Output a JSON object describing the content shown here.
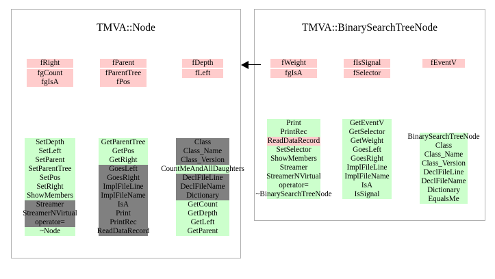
{
  "diagram": {
    "title_left": "TMVA::Node",
    "title_right": "TMVA::BinarySearchTreeNode",
    "colors": {
      "attribute": "#ffcccc",
      "method": "#ccffcc",
      "inherited": "#808080",
      "border": "#b0b0b0",
      "background": "#ffffff",
      "text": "#000000"
    },
    "relation": {
      "kind": "inheritance-arrow",
      "direction": "left"
    }
  },
  "left_panel": {
    "title": "TMVA::Node",
    "attributes": [
      {
        "label": "fRight",
        "style": "pink",
        "col": 0,
        "row": 0
      },
      {
        "label": "fgCount",
        "style": "pink",
        "col": 0,
        "row": 1
      },
      {
        "label": "fgIsA",
        "style": "pink",
        "col": 0,
        "row": 2
      },
      {
        "label": "fParent",
        "style": "pink",
        "col": 1,
        "row": 0
      },
      {
        "label": "fParentTree",
        "style": "pink",
        "col": 1,
        "row": 1
      },
      {
        "label": "fPos",
        "style": "pink",
        "col": 1,
        "row": 2
      },
      {
        "label": "fDepth",
        "style": "pink",
        "col": 2,
        "row": 0
      },
      {
        "label": "fLeft",
        "style": "pink",
        "col": 2,
        "row": 1
      }
    ],
    "methods_col1": [
      {
        "label": "SetDepth",
        "style": "green"
      },
      {
        "label": "SetLeft",
        "style": "green"
      },
      {
        "label": "SetParent",
        "style": "green"
      },
      {
        "label": "SetParentTree",
        "style": "green"
      },
      {
        "label": "SetPos",
        "style": "green"
      },
      {
        "label": "SetRight",
        "style": "green"
      },
      {
        "label": "ShowMembers",
        "style": "green"
      },
      {
        "label": "Streamer",
        "style": "gray"
      },
      {
        "label": "StreamerNVirtual",
        "style": "gray"
      },
      {
        "label": "operator=",
        "style": "gray"
      },
      {
        "label": "~Node",
        "style": "green"
      }
    ],
    "methods_col2": [
      {
        "label": "GetParentTree",
        "style": "green"
      },
      {
        "label": "GetPos",
        "style": "green"
      },
      {
        "label": "GetRight",
        "style": "green"
      },
      {
        "label": "GoesLeft",
        "style": "gray"
      },
      {
        "label": "GoesRight",
        "style": "gray"
      },
      {
        "label": "ImplFileLine",
        "style": "gray"
      },
      {
        "label": "ImplFileName",
        "style": "gray"
      },
      {
        "label": "IsA",
        "style": "gray"
      },
      {
        "label": "Print",
        "style": "gray"
      },
      {
        "label": "PrintRec",
        "style": "gray"
      },
      {
        "label": "ReadDataRecord",
        "style": "gray"
      }
    ],
    "methods_col3": [
      {
        "label": "Class",
        "style": "gray"
      },
      {
        "label": "Class_Name",
        "style": "gray"
      },
      {
        "label": "Class_Version",
        "style": "gray"
      },
      {
        "label": "CountMeAndAllDaughters",
        "style": "green"
      },
      {
        "label": "DeclFileLine",
        "style": "gray"
      },
      {
        "label": "DeclFileName",
        "style": "gray"
      },
      {
        "label": "Dictionary",
        "style": "gray"
      },
      {
        "label": "GetCount",
        "style": "green"
      },
      {
        "label": "GetDepth",
        "style": "green"
      },
      {
        "label": "GetLeft",
        "style": "green"
      },
      {
        "label": "GetParent",
        "style": "green"
      }
    ]
  },
  "right_panel": {
    "title": "TMVA::BinarySearchTreeNode",
    "attributes": [
      {
        "label": "fWeight",
        "style": "pink",
        "col": 0,
        "row": 0
      },
      {
        "label": "fgIsA",
        "style": "pink",
        "col": 0,
        "row": 1
      },
      {
        "label": "fIsSignal",
        "style": "pink",
        "col": 1,
        "row": 0
      },
      {
        "label": "fSelector",
        "style": "pink",
        "col": 1,
        "row": 1
      },
      {
        "label": "fEventV",
        "style": "pink",
        "col": 2,
        "row": 0
      }
    ],
    "methods_col1": [
      {
        "label": "Print",
        "style": "green"
      },
      {
        "label": "PrintRec",
        "style": "green"
      },
      {
        "label": "ReadDataRecord",
        "style": "pink"
      },
      {
        "label": "SetSelector",
        "style": "green"
      },
      {
        "label": "ShowMembers",
        "style": "green"
      },
      {
        "label": "Streamer",
        "style": "green"
      },
      {
        "label": "StreamerNVirtual",
        "style": "green"
      },
      {
        "label": "operator=",
        "style": "green"
      },
      {
        "label": "~BinarySearchTreeNode",
        "style": "green"
      }
    ],
    "methods_col2": [
      {
        "label": "GetEventV",
        "style": "green"
      },
      {
        "label": "GetSelector",
        "style": "green"
      },
      {
        "label": "GetWeight",
        "style": "green"
      },
      {
        "label": "GoesLeft",
        "style": "green"
      },
      {
        "label": "GoesRight",
        "style": "green"
      },
      {
        "label": "ImplFileLine",
        "style": "green"
      },
      {
        "label": "ImplFileName",
        "style": "green"
      },
      {
        "label": "IsA",
        "style": "green"
      },
      {
        "label": "IsSignal",
        "style": "green"
      }
    ],
    "methods_col3": [
      {
        "label": "BinarySearchTreeNode",
        "style": "green"
      },
      {
        "label": "Class",
        "style": "green"
      },
      {
        "label": "Class_Name",
        "style": "green"
      },
      {
        "label": "Class_Version",
        "style": "green"
      },
      {
        "label": "DeclFileLine",
        "style": "green"
      },
      {
        "label": "DeclFileName",
        "style": "green"
      },
      {
        "label": "Dictionary",
        "style": "green"
      },
      {
        "label": "EqualsMe",
        "style": "green"
      }
    ]
  }
}
